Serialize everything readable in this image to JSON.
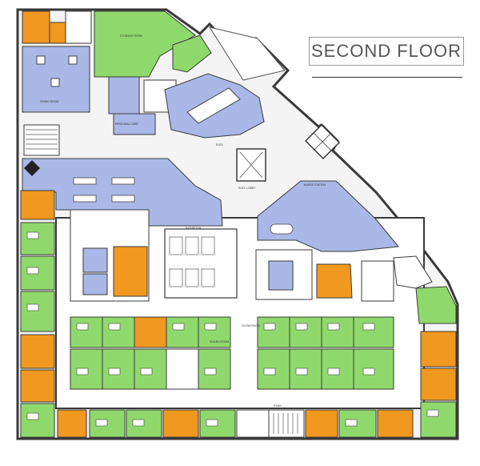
{
  "title": "SECOND FLOOR",
  "legend_colors": {
    "shared_space": "#a9b8e6",
    "resident_room": "#8fd96c",
    "staff_room": "#f0981f",
    "circulation": "#ffffff",
    "wall": "#3a3a3a"
  },
  "room_labels": [
    "STORAGE ROOM",
    "PERSONAL CARE",
    "DINING ROOM",
    "ELEV.",
    "ELEV. LOBBY",
    "BATHROOM",
    "NURSE STATION",
    "SOILED ROOM",
    "CLEAN ROOM",
    "STAIR"
  ]
}
